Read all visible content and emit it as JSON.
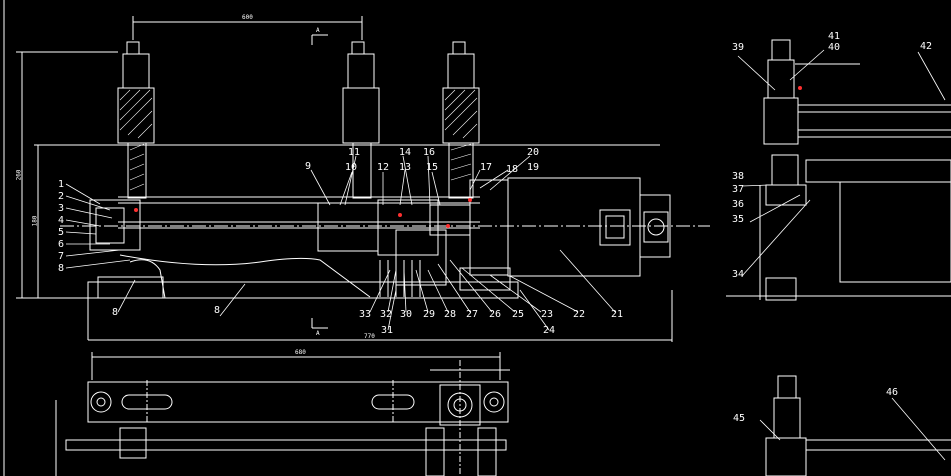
{
  "drawing": {
    "background": "#000000",
    "line_color": "#ffffff",
    "accent_color": "#ff3030",
    "section_mark": "A",
    "dimensions": {
      "top_span": "600",
      "left_height": "260",
      "left_inner": "180",
      "bottom_length": "770",
      "plan_span": "680"
    },
    "left_labels": [
      "1",
      "2",
      "3",
      "4",
      "5",
      "6",
      "7",
      "8"
    ],
    "part_numbers": {
      "p9": "9",
      "p10": "10",
      "p11": "11",
      "p12": "12",
      "p13": "13",
      "p14": "14",
      "p15": "15",
      "p16": "16",
      "p17": "17",
      "p18": "18",
      "p19": "19",
      "p20": "20",
      "p21": "21",
      "p22": "22",
      "p23": "23",
      "p24": "24",
      "p25": "25",
      "p26": "26",
      "p27": "27",
      "p28": "28",
      "p29": "29",
      "p30": "30",
      "p31": "31",
      "p32": "32",
      "p33": "33",
      "p34": "34",
      "p35": "35",
      "p36": "36",
      "p37": "37",
      "p38": "38",
      "p39": "39",
      "p40": "40",
      "p41": "41",
      "p42": "42",
      "p45": "45",
      "p46": "46",
      "pBase": "8",
      "pFoot": "8"
    }
  }
}
